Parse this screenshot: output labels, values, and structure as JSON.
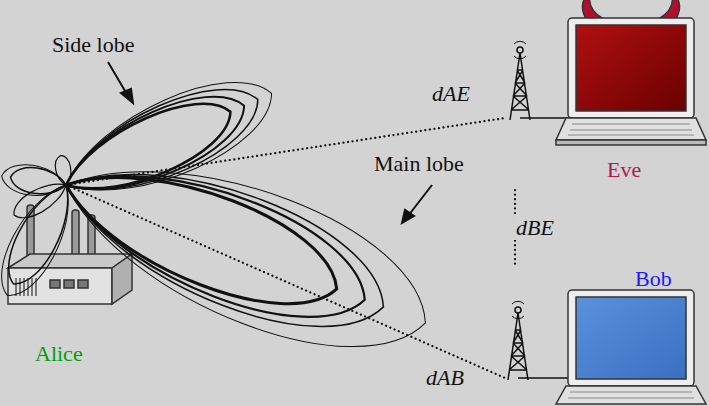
{
  "diagram": {
    "nodes": [
      {
        "text": [
          "Alice"
        ]
      },
      {
        "text": [
          "Eve"
        ]
      },
      {
        "text": [
          "Bob"
        ]
      }
    ],
    "edges": [
      {
        "from": 0,
        "to": 1,
        "label": "dAE",
        "arrow": "none"
      },
      {
        "from": 0,
        "to": 2,
        "label": "dAB",
        "arrow": "none"
      },
      {
        "from": 1,
        "to": 2,
        "label": "dBE",
        "arrow": "none"
      }
    ],
    "labels": [
      "Side lobe",
      "Main lobe"
    ]
  }
}
